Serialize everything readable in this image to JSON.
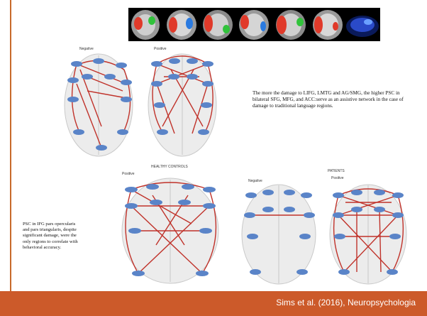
{
  "panels": {
    "top_negative": "Negative",
    "top_positive": "Positive",
    "healthy_header": "HEALTHY CONTROLS",
    "healthy_positive": "Positive",
    "patients_negative": "Negative",
    "patients_header": "PATIENTS",
    "patients_positive": "Positive"
  },
  "notes": {
    "right": "The more the damage to LIFG, LMTG and AG/SMG, the higher PSC in bilateral SFG, MFG, and ACC:serve as an assistive network in the case of damage to traditional language regions.",
    "left": "PSC in IFG pars opercularis and pars triangularis, despite significant damage, were the only regions to correlate with behavioral accuracy."
  },
  "footer": {
    "citation": "Sims et al. (2016), Neuropsychologia"
  },
  "colors": {
    "accent": "#cc5a2a",
    "connection": "#c0322a",
    "node": "#5a84c8"
  }
}
